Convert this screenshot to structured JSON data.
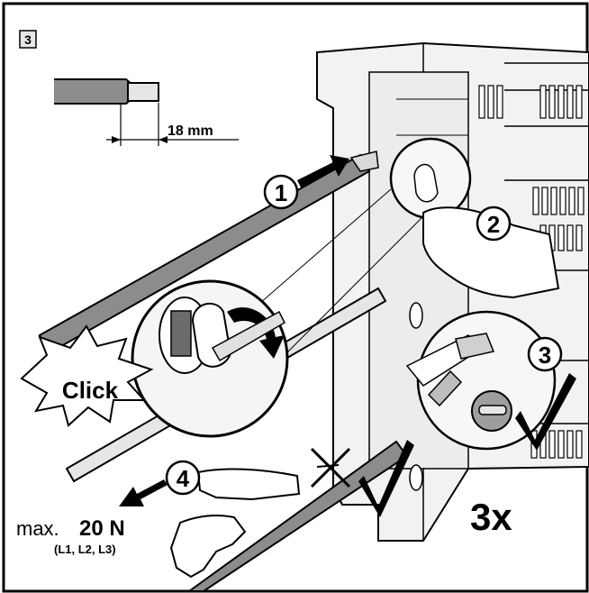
{
  "step_number": "3",
  "strip_length": "18 mm",
  "steps": {
    "one": "1",
    "two": "2",
    "three": "3",
    "four": "4"
  },
  "click_label": "Click",
  "repeat_label": "3x",
  "force": {
    "prefix": "max.",
    "value": "20 N",
    "phases": "(L1, L2, L3)"
  },
  "colors": {
    "line": "#000000",
    "cable": "#8c8c8c",
    "cable_light": "#d9d9d9",
    "device": "#f2f2f2",
    "hand": "#ffffff"
  }
}
